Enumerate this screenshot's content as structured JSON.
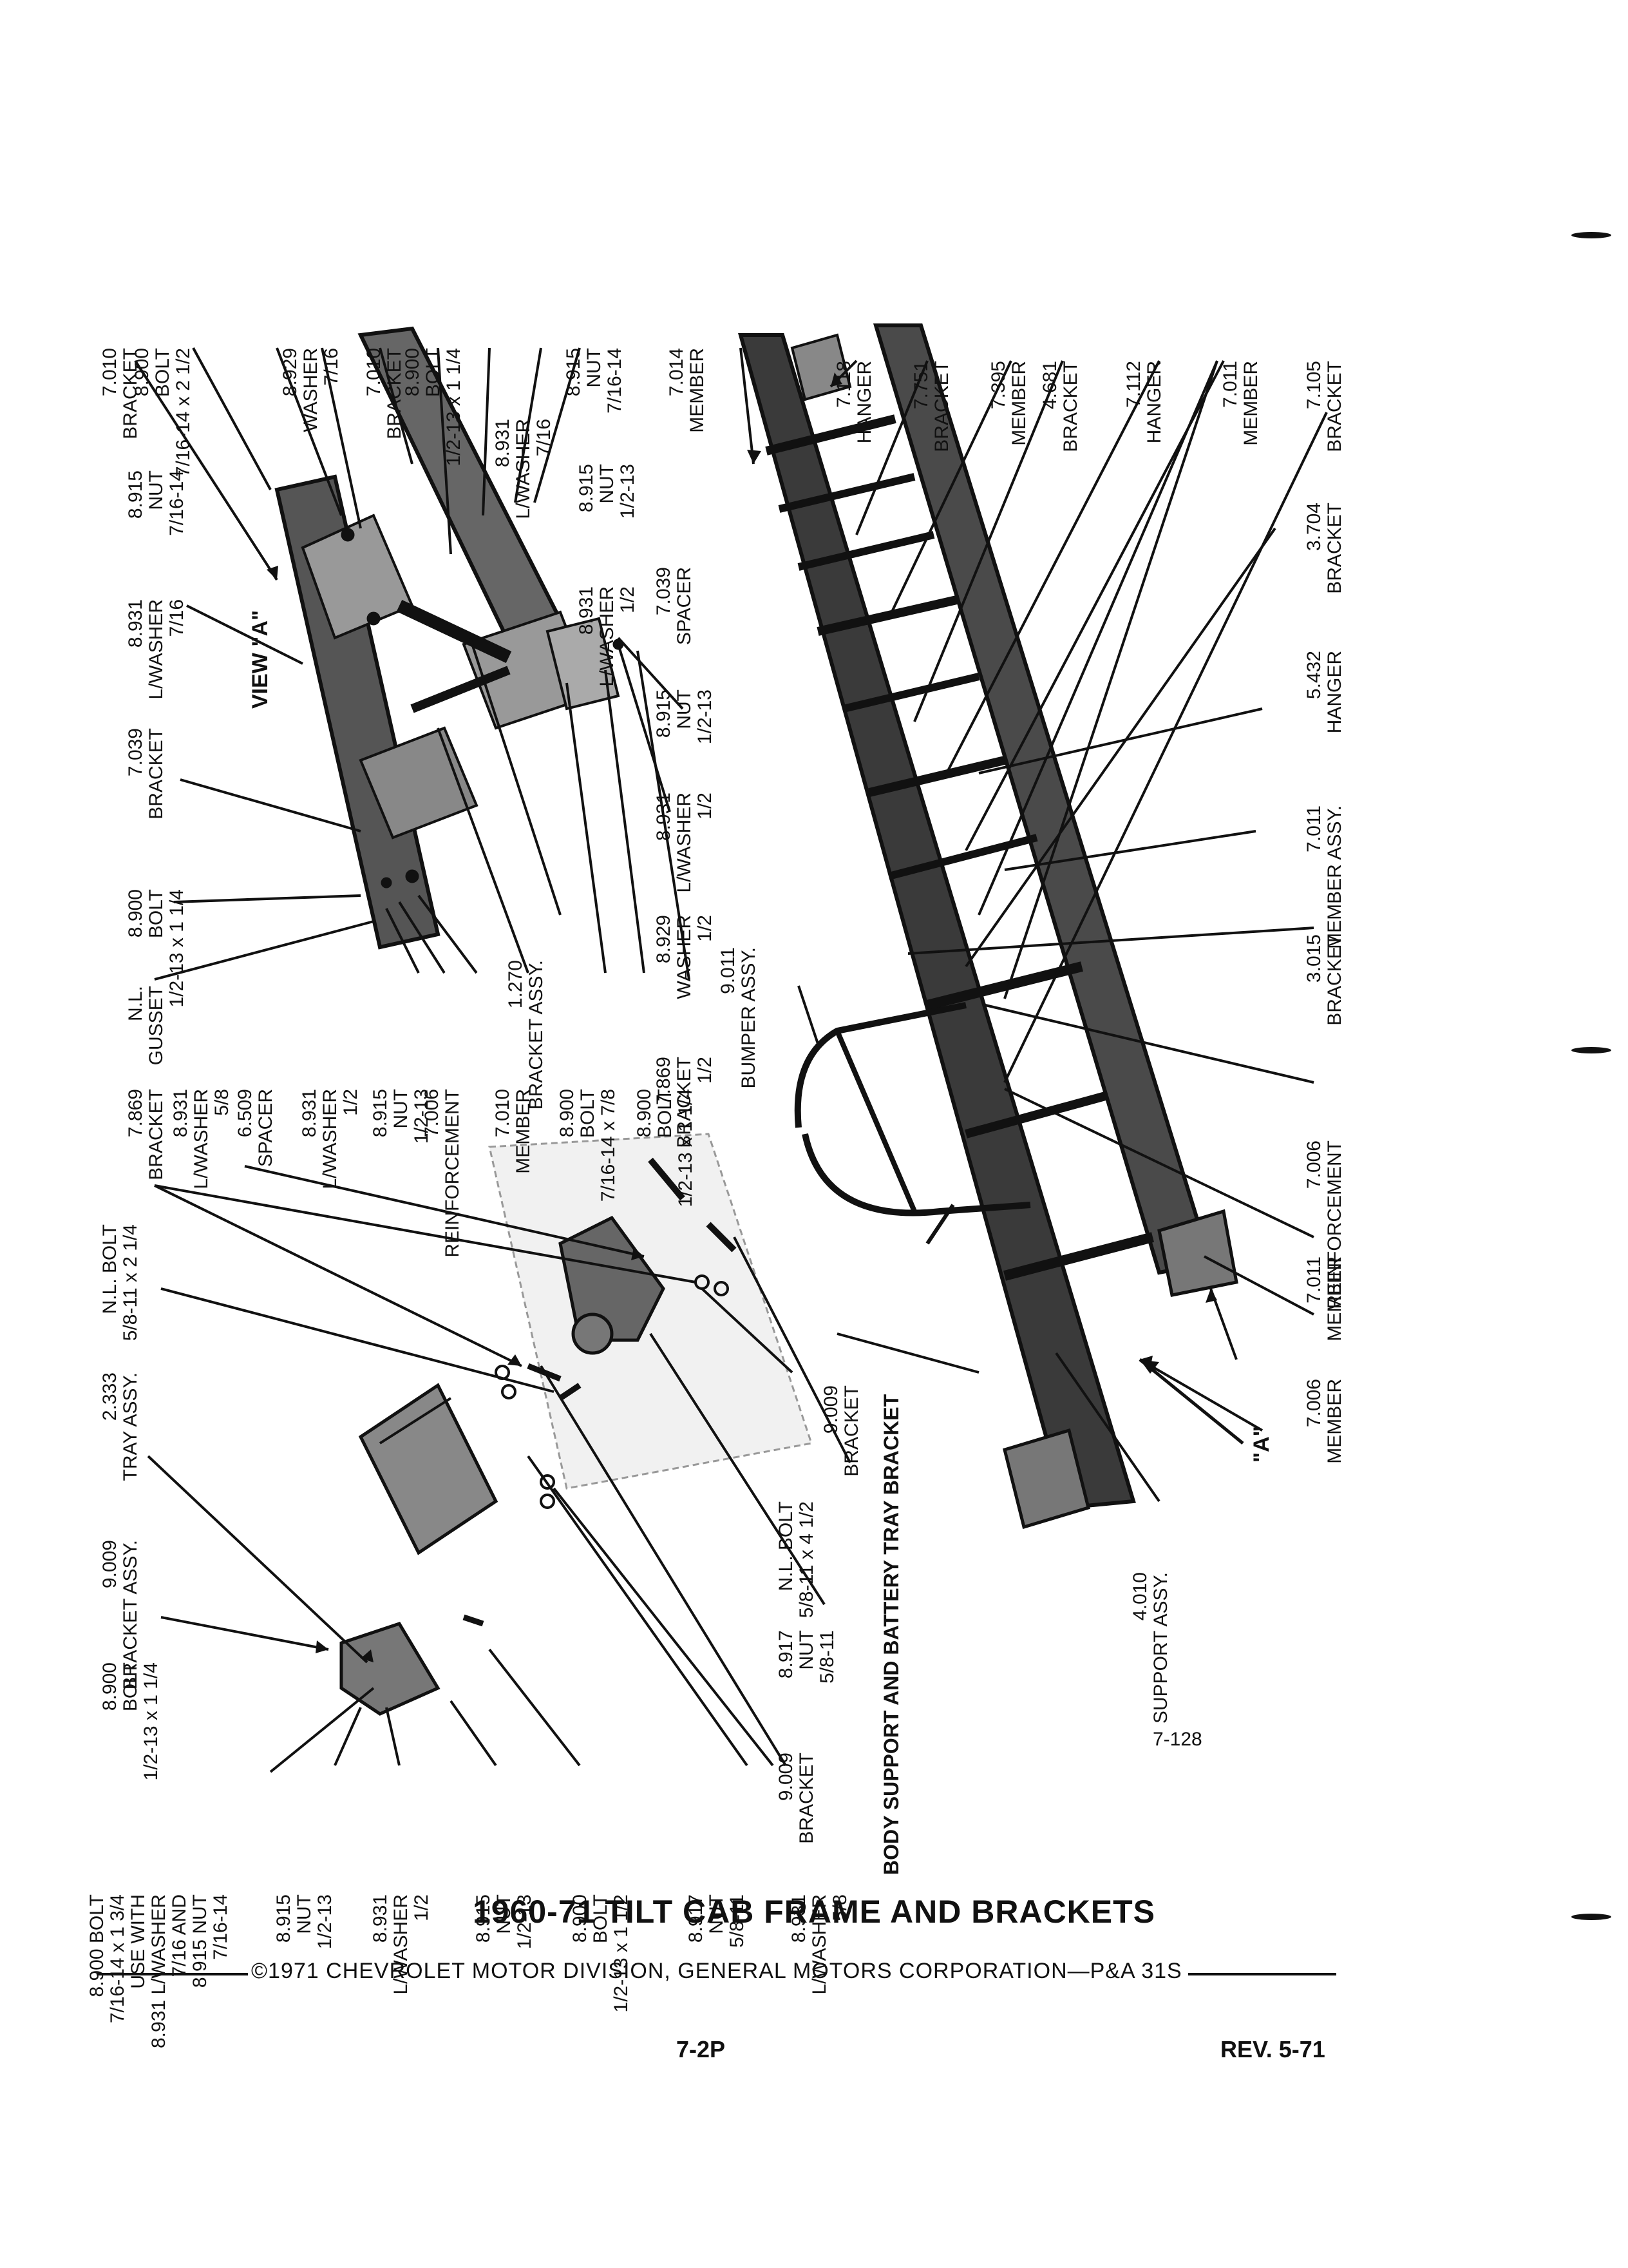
{
  "title": "1960-71 TILT CAB FRAME AND BRACKETS",
  "copyright": "©1971 CHEVROLET MOTOR DIVISION, GENERAL MOTORS CORPORATION—P&A 31S",
  "page_number": "7-2P",
  "revision": "REV. 5-71",
  "figure_number": "7-128",
  "view_a_label": "VIEW \"A\"",
  "arrow_a_label": "\"A\"",
  "section_caption": "BODY SUPPORT AND BATTERY TRAY BRACKET",
  "parts": [
    {
      "id": "p01",
      "lines": [
        "7.010",
        "BRACKET"
      ]
    },
    {
      "id": "p02",
      "lines": [
        "8.900",
        "BOLT",
        "7/16-14 x 2 1/2"
      ]
    },
    {
      "id": "p03",
      "lines": [
        "8.929",
        "WASHER",
        "7/16"
      ]
    },
    {
      "id": "p04",
      "lines": [
        "7.010",
        "BRACKET"
      ]
    },
    {
      "id": "p05",
      "lines": [
        "8.900",
        "BOLT",
        "1/2-13 x 1 1/4"
      ]
    },
    {
      "id": "p06",
      "lines": [
        "8.931",
        "L/WASHER",
        "7/16"
      ]
    },
    {
      "id": "p07",
      "lines": [
        "8.915",
        "NUT",
        "7/16-14"
      ]
    },
    {
      "id": "p08",
      "lines": [
        "8.915",
        "NUT",
        "7/16-14"
      ]
    },
    {
      "id": "p09",
      "lines": [
        "8.931",
        "L/WASHER",
        "7/16"
      ]
    },
    {
      "id": "p10",
      "lines": [
        "8.915",
        "NUT",
        "1/2-13"
      ]
    },
    {
      "id": "p11",
      "lines": [
        "8.931",
        "L/WASHER",
        "1/2"
      ]
    },
    {
      "id": "p12",
      "lines": [
        "7.039",
        "SPACER"
      ]
    },
    {
      "id": "p13",
      "lines": [
        "7.039",
        "BRACKET"
      ]
    },
    {
      "id": "p14",
      "lines": [
        "8.915",
        "NUT",
        "1/2-13"
      ]
    },
    {
      "id": "p15",
      "lines": [
        "8.931",
        "L/WASHER",
        "1/2"
      ]
    },
    {
      "id": "p16",
      "lines": [
        "8.900",
        "BOLT",
        "1/2-13 x 1 1/4"
      ]
    },
    {
      "id": "p17",
      "lines": [
        "8.929",
        "WASHER",
        "1/2"
      ]
    },
    {
      "id": "p18",
      "lines": [
        "1.270",
        "BRACKET ASSY."
      ]
    },
    {
      "id": "p19",
      "lines": [
        "N.L.",
        "GUSSET"
      ]
    },
    {
      "id": "p20",
      "lines": [
        "7.869",
        "BRACKET",
        "1/2"
      ]
    },
    {
      "id": "p21",
      "lines": [
        "7.869",
        "BRACKET"
      ]
    },
    {
      "id": "p22",
      "lines": [
        "8.931",
        "L/WASHER",
        "5/8"
      ]
    },
    {
      "id": "p23",
      "lines": [
        "6.509",
        "SPACER"
      ]
    },
    {
      "id": "p24",
      "lines": [
        "8.931",
        "L/WASHER",
        "1/2"
      ]
    },
    {
      "id": "p25",
      "lines": [
        "8.915",
        "NUT",
        "1/2-13"
      ]
    },
    {
      "id": "p26",
      "lines": [
        "7.006",
        "REINFORCEMENT"
      ]
    },
    {
      "id": "p27",
      "lines": [
        "7.010",
        "MEMBER"
      ]
    },
    {
      "id": "p28",
      "lines": [
        "8.900",
        "BOLT",
        "7/16-14 x 7/8"
      ]
    },
    {
      "id": "p29",
      "lines": [
        "8.900",
        "BOLT",
        "1/2-13 x 1 1/4"
      ]
    },
    {
      "id": "p30",
      "lines": [
        "9.011",
        "BUMPER ASSY."
      ]
    },
    {
      "id": "p31",
      "lines": [
        "7.014",
        "MEMBER"
      ]
    },
    {
      "id": "p32",
      "lines": [
        "7.118",
        "HANGER"
      ]
    },
    {
      "id": "p33",
      "lines": [
        "7.751",
        "BRACKET"
      ]
    },
    {
      "id": "p34",
      "lines": [
        "7.395",
        "MEMBER"
      ]
    },
    {
      "id": "p35",
      "lines": [
        "4.681",
        "BRACKET"
      ]
    },
    {
      "id": "p36",
      "lines": [
        "7.112",
        "HANGER"
      ]
    },
    {
      "id": "p37",
      "lines": [
        "7.011",
        "MEMBER"
      ]
    },
    {
      "id": "p38",
      "lines": [
        "7.105",
        "BRACKET"
      ]
    },
    {
      "id": "p39",
      "lines": [
        "3.704",
        "BRACKET"
      ]
    },
    {
      "id": "p40",
      "lines": [
        "5.432",
        "HANGER"
      ]
    },
    {
      "id": "p41",
      "lines": [
        "7.011",
        "MEMBER ASSY."
      ]
    },
    {
      "id": "p42",
      "lines": [
        "3.015",
        "BRACKET"
      ]
    },
    {
      "id": "p43",
      "lines": [
        "7.006",
        "REINFORCEMENT"
      ]
    },
    {
      "id": "p44",
      "lines": [
        "7.011",
        "MEMBER"
      ]
    },
    {
      "id": "p45",
      "lines": [
        "7.006",
        "MEMBER"
      ]
    },
    {
      "id": "p46",
      "lines": [
        "N.L. BOLT",
        "5/8-11 x 2 1/4"
      ]
    },
    {
      "id": "p47",
      "lines": [
        "2.333",
        "TRAY ASSY."
      ]
    },
    {
      "id": "p48",
      "lines": [
        "9.009",
        "BRACKET ASSY."
      ]
    },
    {
      "id": "p49",
      "lines": [
        "8.900",
        "BOLT",
        "1/2-13 x 1 1/4"
      ]
    },
    {
      "id": "p50",
      "lines": [
        "9.009",
        "BRACKET"
      ]
    },
    {
      "id": "p51",
      "lines": [
        "N.L. BOLT",
        "5/8-11 x 4 1/2"
      ]
    },
    {
      "id": "p52",
      "lines": [
        "8.917",
        "NUT",
        "5/8-11"
      ]
    },
    {
      "id": "p53",
      "lines": [
        "9.009",
        "BRACKET"
      ]
    },
    {
      "id": "p54",
      "lines": [
        "4.010",
        "SUPPORT ASSY."
      ]
    },
    {
      "id": "p55",
      "lines": [
        "8.900 BOLT",
        "7/16-14 x 1 3/4",
        "USE WITH",
        "8.931 L/WASHER",
        "7/16 AND",
        "8.915 NUT",
        "7/16-14"
      ]
    },
    {
      "id": "p56",
      "lines": [
        "8.915",
        "NUT",
        "1/2-13"
      ]
    },
    {
      "id": "p57",
      "lines": [
        "8.931",
        "L/WASHER",
        "1/2"
      ]
    },
    {
      "id": "p58",
      "lines": [
        "8.915",
        "NUT",
        "1/2-13"
      ]
    },
    {
      "id": "p59",
      "lines": [
        "8.900",
        "BOLT",
        "1/2-13 x 1 1/2"
      ]
    },
    {
      "id": "p60",
      "lines": [
        "8.917",
        "NUT",
        "5/8-11"
      ]
    },
    {
      "id": "p61",
      "lines": [
        "8.931",
        "L/WASHER",
        "5/8"
      ]
    }
  ]
}
